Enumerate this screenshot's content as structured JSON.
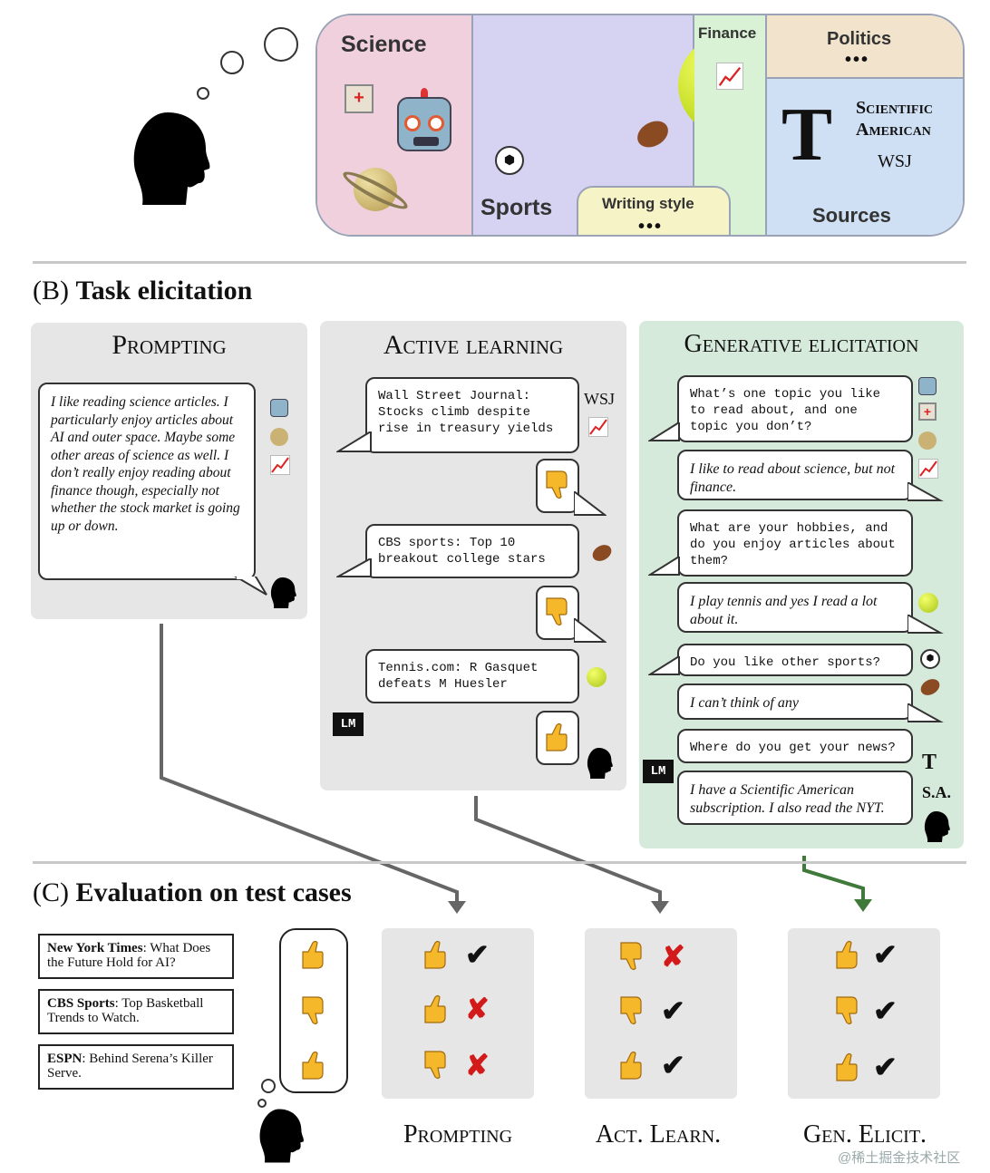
{
  "topics": {
    "science": "Science",
    "sports": "Sports",
    "finance": "Finance",
    "politics": "Politics",
    "politics_dots": "•••",
    "sources": "Sources",
    "writing_style": "Writing style",
    "writing_dots": "•••",
    "sa_logo_line1": "Scientific",
    "sa_logo_line2": "American",
    "wsj_logo": "WSJ"
  },
  "section_b": {
    "title_prefix": "(B)",
    "title": "Task elicitation",
    "prompting": {
      "title": "Prompting",
      "text": "I like reading science articles. I particularly enjoy articles about AI and outer space. Maybe some other areas of science as well. I don’t really enjoy reading about finance though, especially not whether the stock market is going up or down."
    },
    "active": {
      "title": "Active learning",
      "q1": "Wall Street Journal: Stocks climb despite rise in treasury yields",
      "q1_source": "WSJ",
      "q2": "CBS sports: Top 10 breakout college stars",
      "q3": "Tennis.com: R Gasquet defeats M Huesler",
      "lm": "LM"
    },
    "generative": {
      "title": "Generative elicitation",
      "q1": "What’s one topic you like to read about, and one topic you don’t?",
      "a1": "I like to read about science, but not finance.",
      "q2": "What are your hobbies, and do you enjoy articles about them?",
      "a2": "I play tennis and yes I read a lot about it.",
      "q3": "Do you like other sports?",
      "a3": "I can’t think of any",
      "q4": "Where do you get your news?",
      "a4": "I have a Scientific American subscription. I also read the NYT.",
      "sa_abbrev": "S.A.",
      "lm": "LM"
    }
  },
  "section_c": {
    "title_prefix": "(C)",
    "title": "Evaluation on test cases",
    "cases": [
      {
        "source": "New York Times",
        "text": ": What Does the Future Hold for AI?"
      },
      {
        "source": "CBS Sports",
        "text": ": Top Basketball Trends to Watch."
      },
      {
        "source": "ESPN",
        "text": ": Behind Serena’s Killer Serve."
      }
    ],
    "methods": [
      "Prompting",
      "Act. Learn.",
      "Gen. Elicit."
    ],
    "check": "✔",
    "cross": "✘"
  },
  "watermark": "@稀土掘金技术社区",
  "colors": {
    "science": "#efd0dc",
    "sports": "#d6d2f1",
    "finance": "#d9f2d6",
    "politics": "#f1e3cc",
    "sources": "#cfe0f4",
    "writing": "#f6f4c6",
    "gen_panel": "#d6eadb",
    "panel_grey": "#e6e6e6",
    "arrow_grey": "#666666",
    "arrow_green": "#3f7a3a",
    "cross_red": "#d21a1a"
  }
}
